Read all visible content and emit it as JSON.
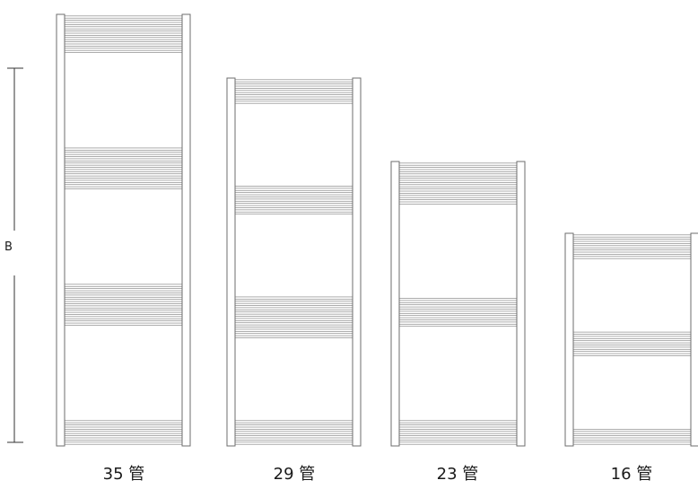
{
  "dimension_label": "B",
  "radiators": [
    {
      "label": "35 管",
      "tubes": 35,
      "groups": [
        9,
        10,
        10,
        6
      ]
    },
    {
      "label": "29 管",
      "tubes": 29,
      "groups": [
        6,
        7,
        10,
        6
      ]
    },
    {
      "label": "23 管",
      "tubes": 23,
      "groups": [
        10,
        7,
        6
      ]
    },
    {
      "label": "16 管",
      "tubes": 16,
      "groups": [
        6,
        6,
        4
      ]
    }
  ],
  "colors": {
    "line": "#8a8a8a",
    "rail": "#6e6e6e",
    "dim": "#333333"
  }
}
